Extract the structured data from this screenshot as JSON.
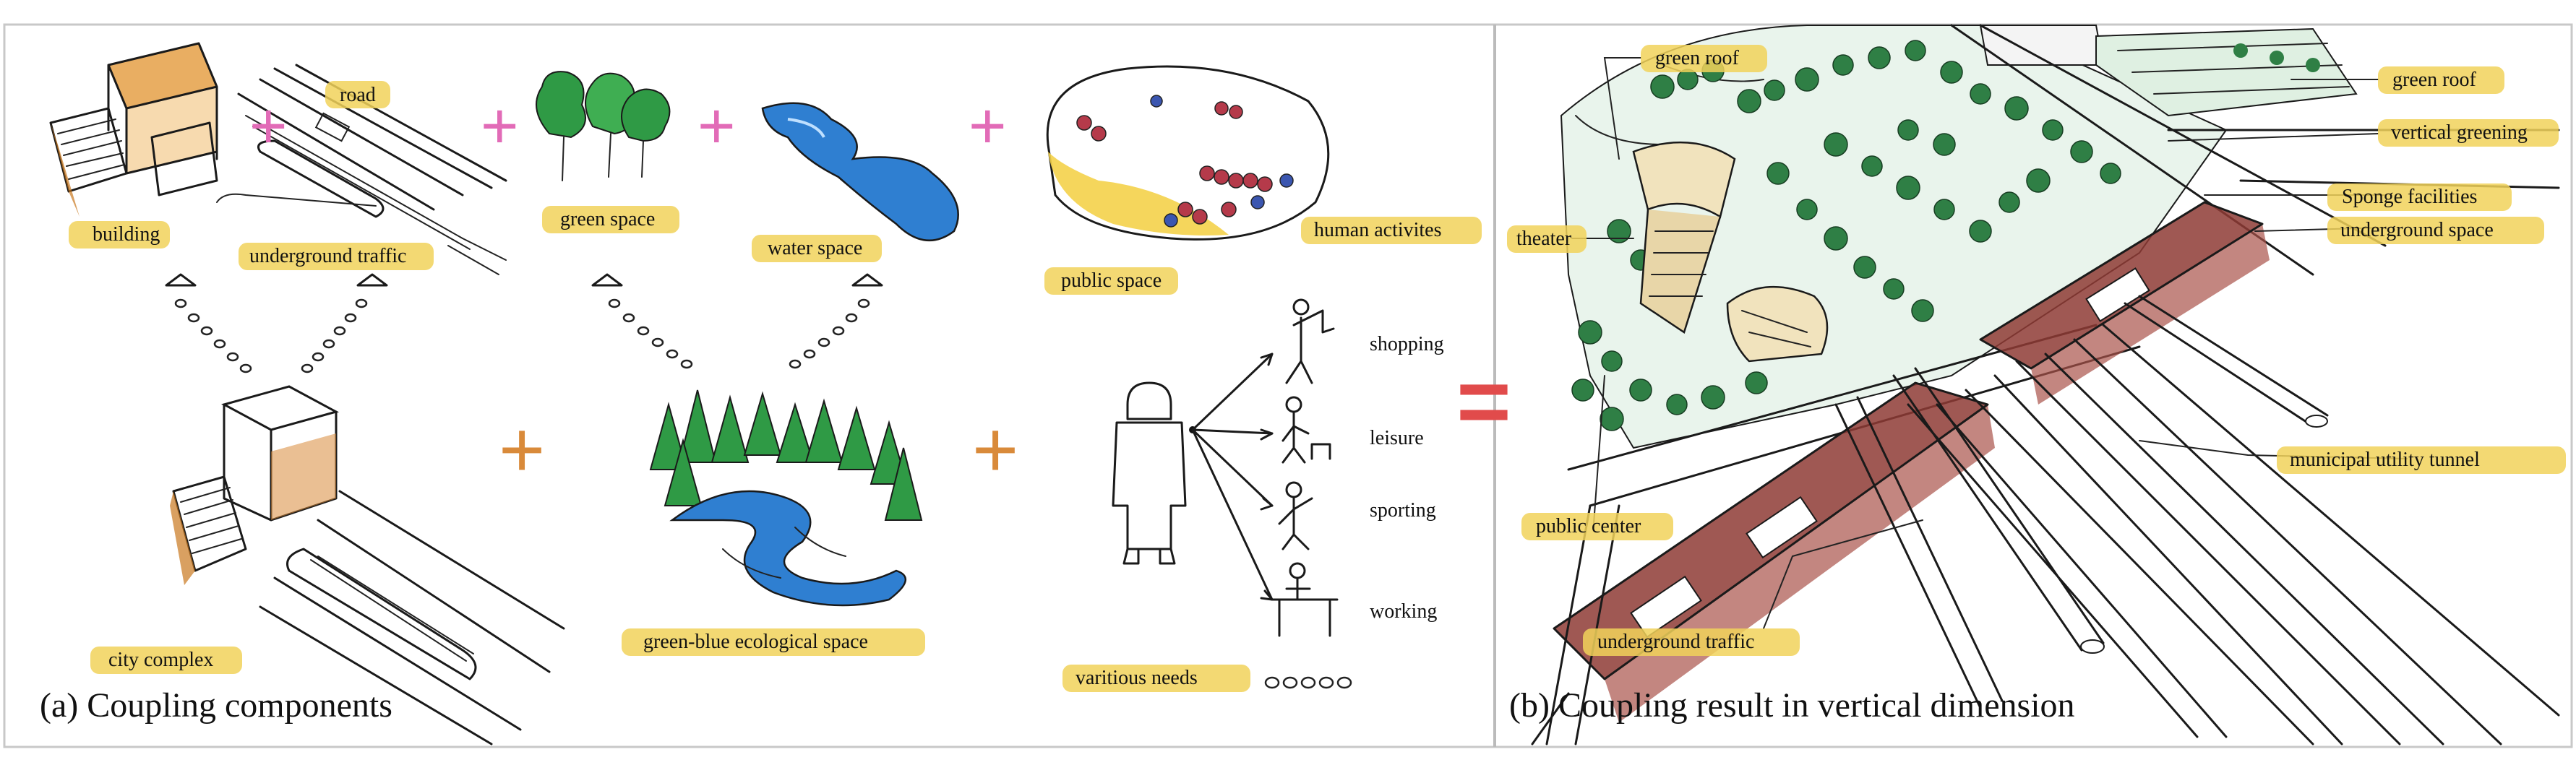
{
  "panel_a": {
    "caption": "(a)  Coupling components",
    "labels": {
      "road": "road",
      "building": "building",
      "underground_traffic": "underground traffic",
      "green_space": "green space",
      "water_space": "water space",
      "human_activites": "human activites",
      "public_space": "public space",
      "shopping": "shopping",
      "leisure": "leisure",
      "sporting": "sporting",
      "working": "working",
      "city_complex": "city complex",
      "green_blue": "green-blue ecological space",
      "varitious_needs": "varitious needs"
    },
    "operators": {
      "plus": "+",
      "equals": "="
    }
  },
  "panel_b": {
    "caption": "(b)  Coupling result in vertical dimension",
    "labels": {
      "green_roof_left": "green roof",
      "green_roof_right": "green roof",
      "vertical_greening": "vertical greening",
      "sponge_facilities": "Sponge facilities",
      "theater": "theater",
      "underground_space": "underground space",
      "municipal_utility_tunnel": "municipal utility tunnel",
      "public_center": "public center",
      "underground_traffic": "underground traffic"
    }
  },
  "colors": {
    "highlight": "#f1d25a",
    "pink_plus": "#e26bb7",
    "orange_plus": "#d98a3a",
    "equals": "#e14b4b",
    "green": "#2f9a45",
    "water": "#2f7fd1",
    "underground": "#8e3b35"
  }
}
